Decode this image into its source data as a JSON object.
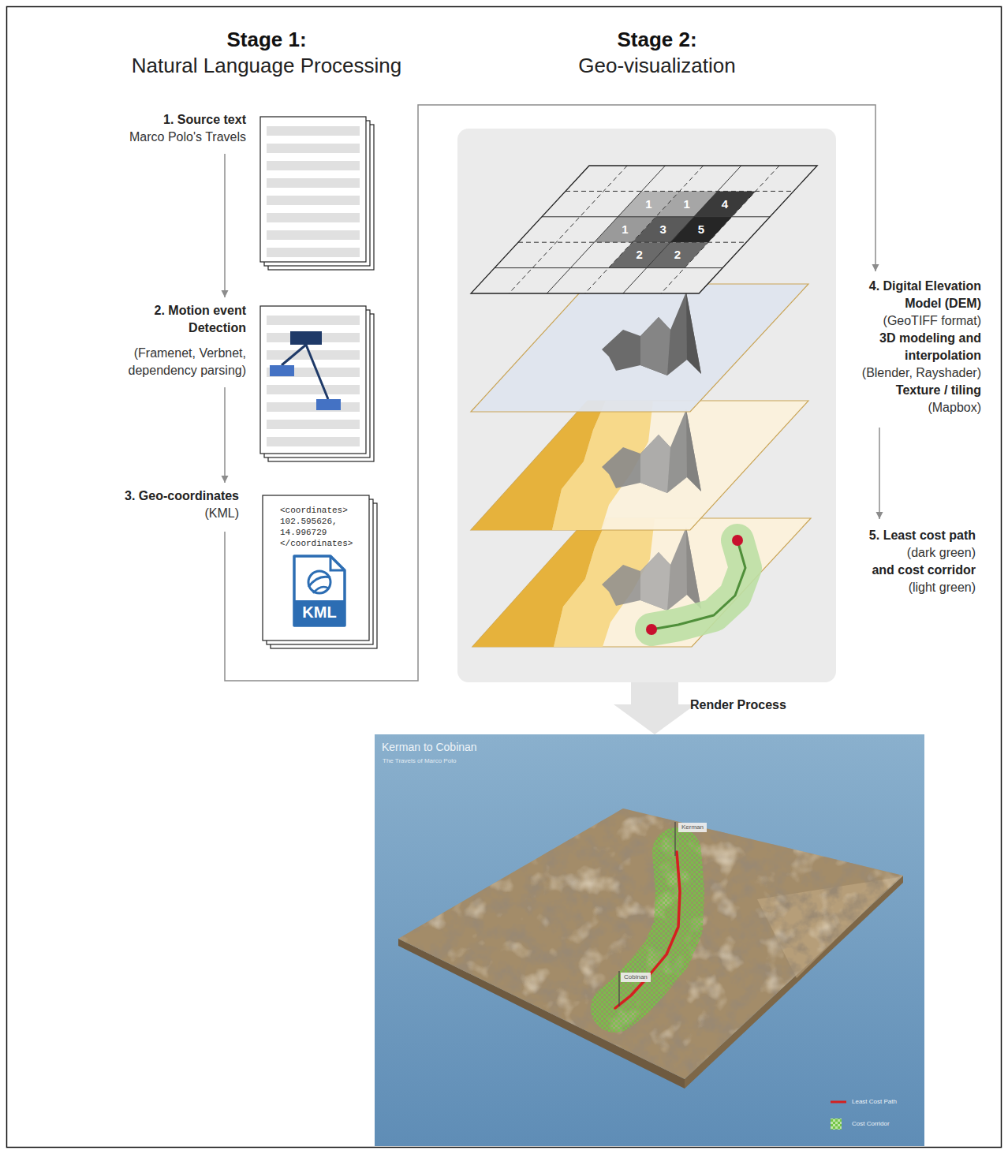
{
  "diagram": {
    "nodes": [
      {
        "text": [
          "1. Source text",
          "Marco Polo's Travels"
        ]
      },
      {
        "text": [
          "2. Motion event Detection",
          "(Framenet, Verbnet, dependency parsing)"
        ]
      },
      {
        "text": [
          "3. Geo-coordinates",
          "(KML)",
          "<coordinates> 102.595626, 14.996729 </coordinates>",
          "KML"
        ]
      },
      {
        "text": [
          "1",
          "1",
          "4",
          "1",
          "3",
          "5",
          "2",
          "2"
        ]
      },
      {
        "text": [
          "4. Digital Elevation Model (DEM)",
          "(GeoTIFF format)",
          "3D modeling and interpolation",
          "(Blender, Rayshader)",
          "Texture / tiling",
          "(Mapbox)"
        ]
      },
      {
        "text": [
          "5. Least cost path",
          "(dark green)",
          "and cost corridor",
          "(light green)"
        ]
      },
      {
        "text": [
          "Kerman to Cobinan",
          "The Travels of Marco Polo"
        ]
      },
      {
        "text": [
          "Kerman"
        ],
        "in": 6
      },
      {
        "text": [
          "Cobinan"
        ],
        "in": 6
      }
    ],
    "edges": [
      {
        "from": 0,
        "to": 1,
        "arrow": "to"
      },
      {
        "from": 1,
        "to": 2,
        "arrow": "to"
      },
      {
        "from": 2,
        "to": 4,
        "arrow": "to"
      },
      {
        "from": 4,
        "to": 5,
        "arrow": "to"
      },
      {
        "from": 3,
        "to": 6,
        "arrow": "to",
        "label": "Render Process"
      }
    ],
    "labels": [
      "Stage 1:",
      "Natural Language Processing",
      "Stage 2:",
      "Geo-visualization"
    ],
    "legend": [
      {
        "text": "Least Cost Path"
      },
      {
        "text": "Cost Corridor"
      }
    ]
  }
}
